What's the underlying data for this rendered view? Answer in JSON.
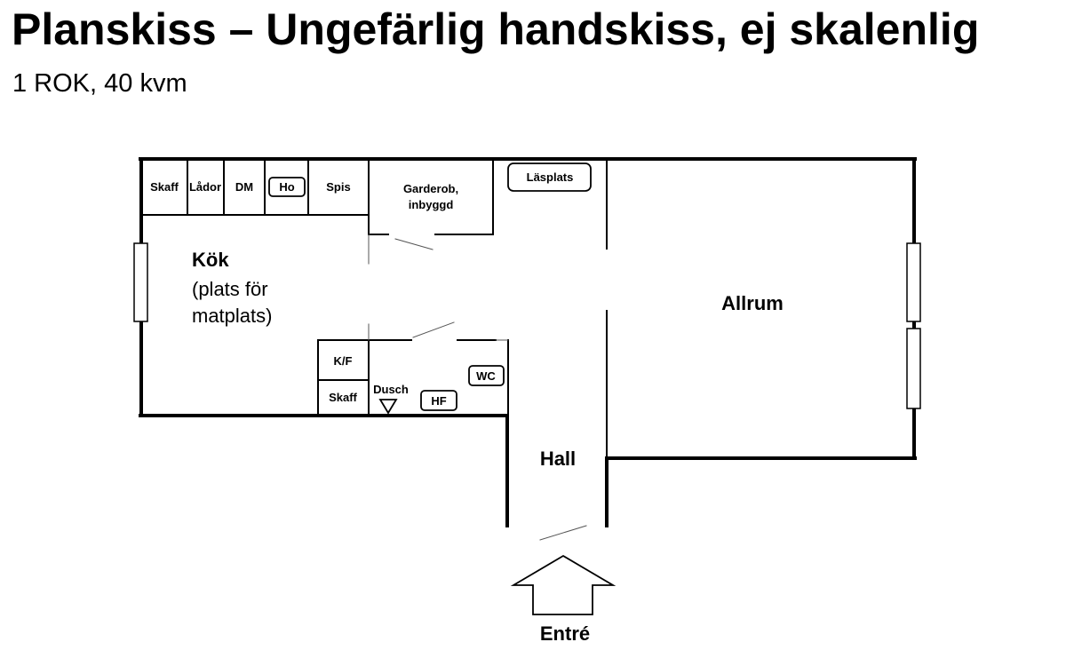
{
  "title": "Planskiss – Ungefärlig handskiss, ej skalenlig",
  "subtitle": "1 ROK, 40 kvm",
  "rooms": {
    "kitchen": {
      "name": "Kök",
      "note_line1": "(plats för",
      "note_line2": "matplats)"
    },
    "living": "Allrum",
    "hall": "Hall",
    "entrance": "Entré"
  },
  "kitchen_units": [
    "Skaff",
    "Lådor",
    "DM",
    "Ho",
    "Spis"
  ],
  "wardrobe": {
    "line1": "Garderob,",
    "line2": "inbyggd"
  },
  "reading_spot": "Läsplats",
  "bathroom": {
    "fridge": "K/F",
    "cabinet": "Skaff",
    "shower": "Dusch",
    "wc": "WC",
    "hf": "HF"
  }
}
